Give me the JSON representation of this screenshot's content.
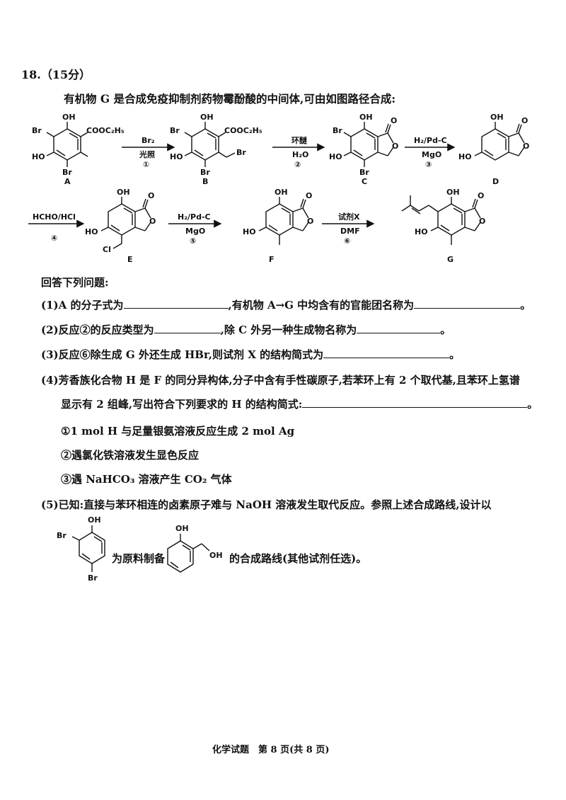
{
  "question": {
    "number": "18.（15分）",
    "intro": "有机物 G 是合成免疫抑制剂药物霉酚酸的中间体,可由如图路径合成:"
  },
  "compounds": {
    "A": {
      "label": "A",
      "groups": {
        "oh": "OH",
        "br1": "Br",
        "ester": "COOC₂H₅",
        "ho": "HO",
        "br2": "Br"
      }
    },
    "B": {
      "label": "B",
      "groups": {
        "oh": "OH",
        "br1": "Br",
        "ester": "COOC₂H₅",
        "ho": "HO",
        "br2": "Br",
        "br3": "Br"
      }
    },
    "C": {
      "label": "C",
      "groups": {
        "oh": "OH",
        "br1": "Br",
        "o_ring": "O",
        "o_carbonyl": "O",
        "ho": "HO",
        "br2": "Br"
      }
    },
    "D": {
      "label": "D",
      "groups": {
        "oh": "OH",
        "o_ring": "O",
        "o_carbonyl": "O",
        "ho": "HO"
      }
    },
    "E": {
      "label": "E",
      "groups": {
        "oh": "OH",
        "o_ring": "O",
        "o_carbonyl": "O",
        "ho": "HO",
        "cl": "Cl"
      }
    },
    "F": {
      "label": "F",
      "groups": {
        "oh": "OH",
        "o_ring": "O",
        "o_carbonyl": "O",
        "ho": "HO"
      }
    },
    "G": {
      "label": "G",
      "groups": {
        "oh": "OH",
        "o_ring": "O",
        "o_carbonyl": "O",
        "ho": "HO"
      }
    }
  },
  "reactions": {
    "r1": {
      "top": "Br₂",
      "bottom": "光照",
      "num": "①"
    },
    "r2": {
      "top": "环醚",
      "bottom": "H₂O",
      "num": "②"
    },
    "r3": {
      "top": "H₂/Pd-C",
      "bottom": "MgO",
      "num": "③"
    },
    "r4": {
      "top": "HCHO/HCl",
      "bottom": "",
      "num": "④"
    },
    "r5": {
      "top": "H₂/Pd-C",
      "bottom": "MgO",
      "num": "⑤"
    },
    "r6": {
      "top": "试剂X",
      "bottom": "DMF",
      "num": "⑥"
    }
  },
  "answer_intro": "回答下列问题:",
  "q1": {
    "part1": "(1)A 的分子式为",
    "part2": ",有机物 A→G 中均含有的官能团名称为",
    "end": "。"
  },
  "q2": {
    "part1": "(2)反应②的反应类型为",
    "part2": ",除 C 外另一种生成物名称为",
    "end": "。"
  },
  "q3": {
    "part1": "(3)反应⑥除生成 G 外还生成 HBr,则试剂 X 的结构简式为",
    "end": "。"
  },
  "q4": {
    "line1": "(4)芳香族化合物 H 是 F 的同分异构体,分子中含有手性碳原子,若苯环上有 2 个取代基,且苯环上氢谱",
    "line2": "显示有 2 组峰,写出符合下列要求的 H 的结构简式:",
    "end": "。",
    "conditions": [
      "①1 mol H 与足量银氨溶液反应生成 2 mol Ag",
      "②遇氯化铁溶液发生显色反应",
      "③遇 NaHCO₃ 溶液产生 CO₂ 气体"
    ]
  },
  "q5": {
    "line1": "(5)已知:直接与苯环相连的卤素原子难与 NaOH 溶液发生取代反应。参照上述合成路线,设计以",
    "mid": "为原料制备",
    "end": "的合成路线(其他试剂任选)。",
    "start_groups": {
      "oh": "OH",
      "br1": "Br",
      "br2": "Br"
    },
    "target_groups": {
      "oh": "OH",
      "oh2": "OH"
    }
  },
  "footer": "化学试题　第 8 页(共 8 页)"
}
